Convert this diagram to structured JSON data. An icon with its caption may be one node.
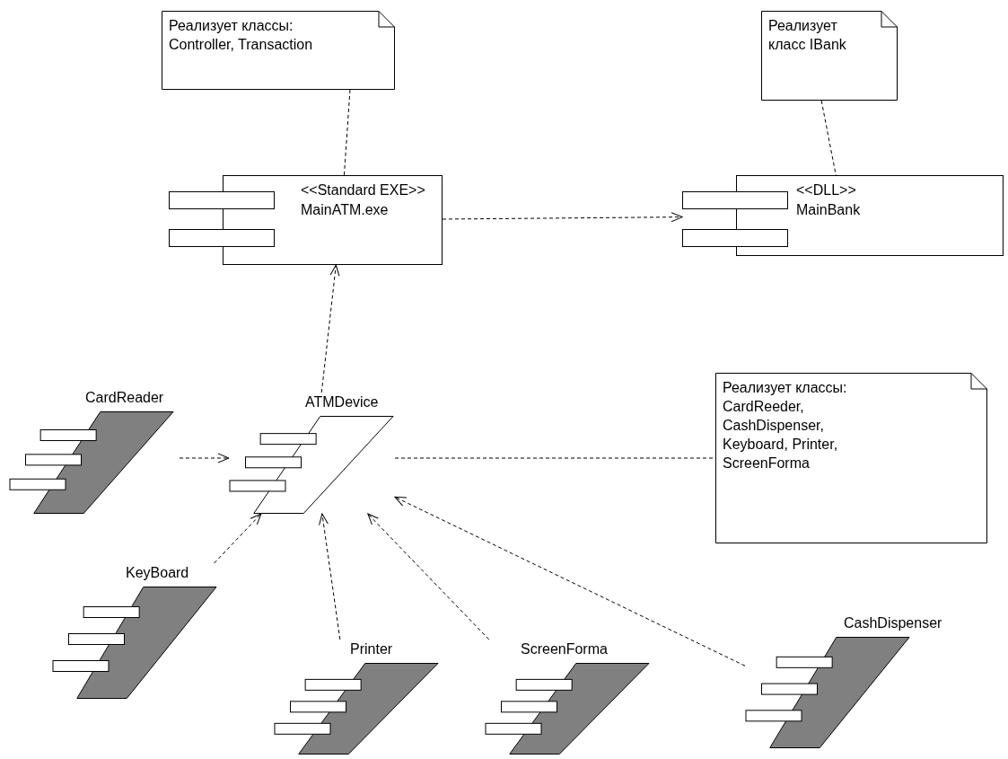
{
  "diagram": {
    "nodes": [
      {
        "text": [
          "Реализует классы: Controller, Transaction"
        ]
      },
      {
        "text": [
          "Реализует класс IBank"
        ]
      },
      {
        "text": [
          "<<Standard EXE>>",
          "MainATM.exe"
        ]
      },
      {
        "text": [
          "<<DLL>>",
          "MainBank"
        ]
      },
      {
        "text": [
          "ATMDevice"
        ]
      },
      {
        "text": [
          "Реализует классы: CardReeder, CashDispenser, Keyboard, Printer, ScreenForma"
        ]
      },
      {
        "text": [
          "CardReader"
        ]
      },
      {
        "text": [
          "KeyBoard"
        ]
      },
      {
        "text": [
          "Printer"
        ]
      },
      {
        "text": [
          "ScreenForma"
        ]
      },
      {
        "text": [
          "CashDispenser"
        ]
      }
    ],
    "edges": [
      {
        "from": 0,
        "to": 2,
        "arrow": "none"
      },
      {
        "from": 1,
        "to": 3,
        "arrow": "none"
      },
      {
        "from": 2,
        "to": 3,
        "arrow": "to"
      },
      {
        "from": 4,
        "to": 2,
        "arrow": "to"
      },
      {
        "from": 6,
        "to": 4,
        "arrow": "to"
      },
      {
        "from": 7,
        "to": 4,
        "arrow": "to"
      },
      {
        "from": 8,
        "to": 4,
        "arrow": "to"
      },
      {
        "from": 9,
        "to": 4,
        "arrow": "to"
      },
      {
        "from": 10,
        "to": 4,
        "arrow": "to"
      },
      {
        "from": 4,
        "to": 5,
        "arrow": "none"
      }
    ]
  }
}
